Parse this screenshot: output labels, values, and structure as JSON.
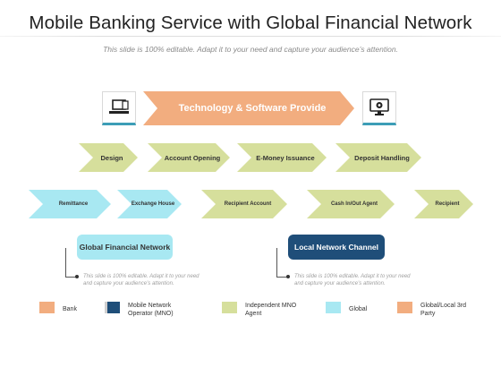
{
  "title": "Mobile Banking Service with Global Financial Network",
  "subtitle": "This slide is 100% editable. Adapt it to your need and capture your audience’s attention.",
  "top_chevron": "Technology & Software Provide",
  "row1": [
    "Design",
    "Account Opening",
    "E-Money Issuance",
    "Deposit Handling"
  ],
  "row2": [
    "Remittance",
    "Exchange House",
    "Recipient Account",
    "Cash In/Out Agent",
    "Recipient"
  ],
  "global_box": "Global Financial Network",
  "local_box": "Local Network Channel",
  "note_left": "This slide is 100% editable. Adapt it to your need and capture your audience’s attention.",
  "note_right": "This slide is 100% editable. Adapt it to your need and capture your audience’s attention.",
  "legend": [
    {
      "label": "Bank",
      "color": "#f2ad7f"
    },
    {
      "label": "Mobile Network Operator (MNO)",
      "color": "#1f4e79"
    },
    {
      "label": "Independent MNO Agent",
      "color": "#d6df9c"
    },
    {
      "label": "Global",
      "color": "#a8e8f2"
    },
    {
      "label": "Global/Local 3rd Party",
      "color": "#f2ad7f"
    }
  ],
  "colors": {
    "orange": "#f2ad7f",
    "green": "#d6df9c",
    "blue": "#a8e8f2",
    "navy": "#1f4e79",
    "teal": "#3d9db7"
  },
  "icons": [
    "laptop-icon",
    "monitor-gear-icon"
  ]
}
